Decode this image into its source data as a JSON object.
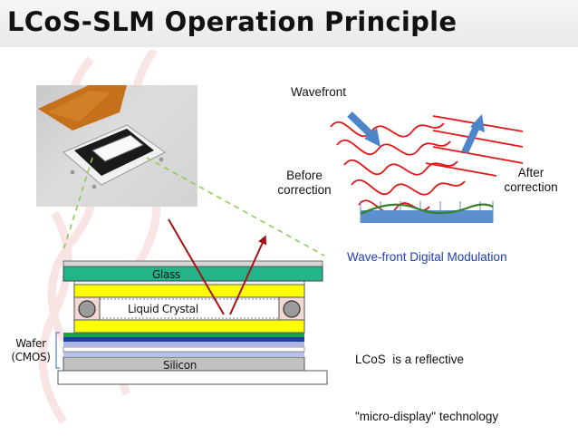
{
  "slide": {
    "title": "LCoS-SLM Operation Principle"
  },
  "wavefront_diagram": {
    "wavefront_label": "Wavefront",
    "before_label_line1": "Before",
    "before_label_line2": "correction",
    "after_label_line1": "After",
    "after_label_line2": "correction",
    "caption": "Wave-front Digital Modulation"
  },
  "cross_section": {
    "glass_label": "Glass",
    "liquid_crystal_label": "Liquid Crystal",
    "silicon_label": "Silicon",
    "wafer_label_line1": "Wafer",
    "wafer_label_line2": "(CMOS)"
  },
  "description": {
    "line1": "LCoS  is a reflective",
    "line2": "\"micro-display\" technology"
  },
  "colors": {
    "wave_red": "#e01818",
    "arrow_blue": "#4d86c8",
    "mirror_blue": "#5b8fd0",
    "mirror_curve_green": "#3a7d2b",
    "glass_green": "#22b58a",
    "lc_yellow": "#ffff00",
    "ray_dark_red": "#a31515",
    "caption_blue": "#1f3fb5",
    "dashed_green": "#8ccf57"
  }
}
